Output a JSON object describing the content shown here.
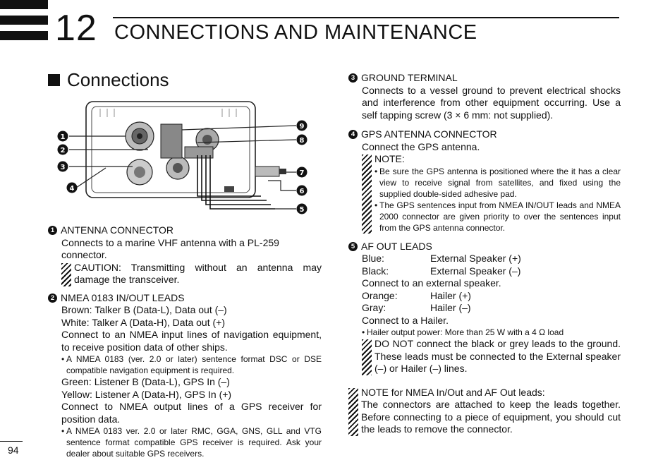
{
  "header": {
    "chapter_number": "12",
    "chapter_title": "CONNECTIONS AND MAINTENANCE"
  },
  "section_heading": "Connections",
  "diagram": {
    "callouts": [
      "1",
      "2",
      "3",
      "4",
      "5",
      "6",
      "7",
      "8",
      "9"
    ]
  },
  "items": {
    "i1": {
      "num": "1",
      "title": "ANTENNA CONNECTOR",
      "desc": "Connects to a marine VHF antenna with a PL-259 connector.",
      "caution": "CAUTION: Transmitting without an antenna may damage the transceiver."
    },
    "i2": {
      "num": "2",
      "title": "NMEA 0183 IN/OUT LEADS",
      "brown": "Brown: Talker B (Data-L), Data out (–)",
      "white": "White:  Talker A (Data-H), Data out (+)",
      "desc_a": "Connect to an NMEA input lines of navigation equipment, to receive position data of other ships.",
      "bullet_a": "A NMEA 0183 (ver. 2.0 or later) sentence format DSC or DSE compatible navigation equipment is required.",
      "green": "Green:  Listener B (Data-L), GPS In (–)",
      "yellow": "Yellow: Listener A (Data-H), GPS In (+)",
      "desc_b": "Connect to NMEA output lines of a GPS receiver for position data.",
      "bullet_b": "A NMEA 0183 ver. 2.0 or later RMC, GGA, GNS, GLL and VTG sentence format compatible GPS receiver is required. Ask your dealer about suitable GPS receivers."
    },
    "i3": {
      "num": "3",
      "title": "GROUND TERMINAL",
      "desc": "Connects to a vessel ground to prevent electrical shocks and interference from other equipment occurring. Use a self tapping screw (3 × 6 mm: not supplied)."
    },
    "i4": {
      "num": "4",
      "title": "GPS ANTENNA CONNECTOR",
      "desc": "Connect the GPS antenna.",
      "note_label": "NOTE:",
      "note_b1": "Be sure the GPS antenna is positioned where the it has a clear view to receive signal from satellites, and fixed using the supplied double-sided adhesive pad.",
      "note_b2": "The GPS sentences input from NMEA IN/OUT leads and NMEA 2000 connector are given priority to over the sentences input from the GPS antenna connector."
    },
    "i5": {
      "num": "5",
      "title": "AF OUT LEADS",
      "blue_k": "Blue:",
      "blue_v": "External Speaker (+)",
      "black_k": "Black:",
      "black_v": "External Speaker (–)",
      "desc_a": "Connect to an external speaker.",
      "orange_k": "Orange:",
      "orange_v": "Hailer (+)",
      "gray_k": "Gray:",
      "gray_v": "Hailer (–)",
      "desc_b": "Connect to a Hailer.",
      "bullet": "Hailer output power: More than 25 W with a 4 Ω load",
      "warning": "DO NOT connect the black or grey leads to the ground. These leads must be connected to the External speaker (–) or Hailer (–) lines."
    }
  },
  "bottom_note": {
    "title": "NOTE for NMEA In/Out and AF Out leads:",
    "body": "The connectors are attached to keep the leads together. Before connecting to a piece of equipment, you should cut the leads to remove the connector."
  },
  "page_number": "94"
}
